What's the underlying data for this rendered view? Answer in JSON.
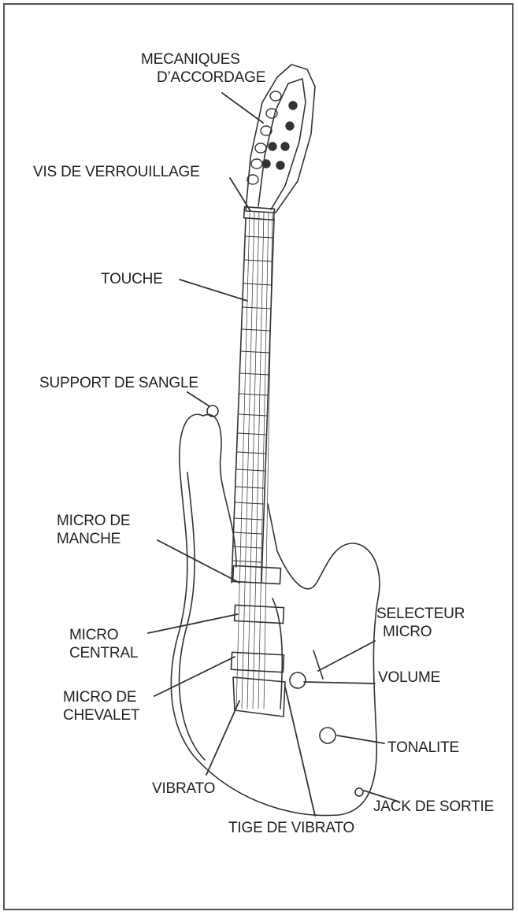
{
  "diagram": {
    "labels": {
      "tuners": [
        "MECANIQUES",
        "D’ACCORDAGE"
      ],
      "locking_nut": [
        "VIS DE VERROUILLAGE"
      ],
      "fretboard": [
        "TOUCHE"
      ],
      "strap_button": [
        "SUPPORT DE SANGLE"
      ],
      "neck_pickup": [
        "MICRO DE",
        "MANCHE"
      ],
      "middle_pickup": [
        "MICRO",
        "CENTRAL"
      ],
      "bridge_pickup": [
        "MICRO DE",
        "CHEVALET"
      ],
      "vibrato": [
        "VIBRATO"
      ],
      "vibrato_bar": [
        "TIGE DE VIBRATO"
      ],
      "pickup_selector": [
        "SELECTEUR",
        "MICRO"
      ],
      "volume": [
        "VOLUME"
      ],
      "tone": [
        "TONALITE"
      ],
      "output_jack": [
        "JACK DE SORTIE"
      ]
    },
    "colors": {
      "line": "#333333",
      "frame": "#555555",
      "text": "#222222"
    }
  }
}
